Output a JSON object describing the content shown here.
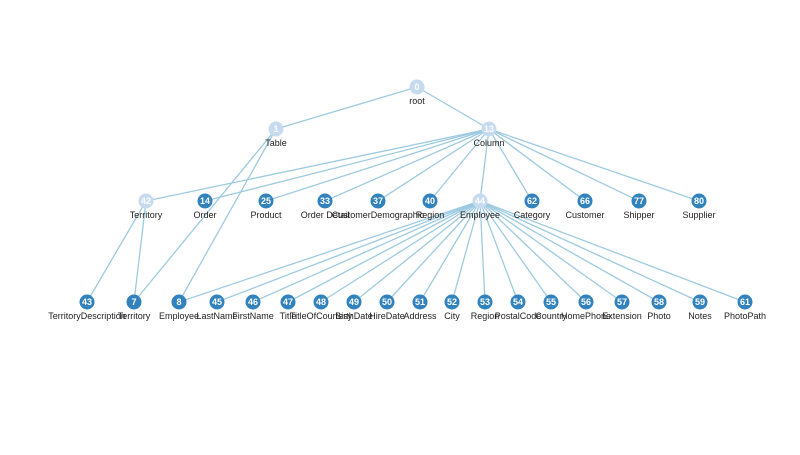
{
  "colors": {
    "edge": "#9ecae1",
    "node_light": "#c6dbef",
    "node_dark": "#3182bd",
    "node_id_text": "#ffffff",
    "label_text": "#222222"
  },
  "nodes": [
    {
      "id": "0",
      "label": "root",
      "tone": "light"
    },
    {
      "id": "1",
      "label": "Table",
      "tone": "light"
    },
    {
      "id": "13",
      "label": "Column",
      "tone": "light"
    },
    {
      "id": "42",
      "label": "Territory",
      "tone": "light"
    },
    {
      "id": "14",
      "label": "Order",
      "tone": "dark"
    },
    {
      "id": "25",
      "label": "Product",
      "tone": "dark"
    },
    {
      "id": "33",
      "label": "Order Detail",
      "tone": "dark"
    },
    {
      "id": "37",
      "label": "CustomerDemographic",
      "tone": "dark"
    },
    {
      "id": "40",
      "label": "Region",
      "tone": "dark"
    },
    {
      "id": "44",
      "label": "Employee",
      "tone": "light"
    },
    {
      "id": "62",
      "label": "Category",
      "tone": "dark"
    },
    {
      "id": "66",
      "label": "Customer",
      "tone": "dark"
    },
    {
      "id": "77",
      "label": "Shipper",
      "tone": "dark"
    },
    {
      "id": "80",
      "label": "Supplier",
      "tone": "dark"
    },
    {
      "id": "43",
      "label": "TerritoryDescription",
      "tone": "dark"
    },
    {
      "id": "7",
      "label": "Territory",
      "tone": "dark"
    },
    {
      "id": "8",
      "label": "Employee",
      "tone": "dark"
    },
    {
      "id": "45",
      "label": "LastName",
      "tone": "dark"
    },
    {
      "id": "46",
      "label": "FirstName",
      "tone": "dark"
    },
    {
      "id": "47",
      "label": "Title",
      "tone": "dark"
    },
    {
      "id": "48",
      "label": "TitleOfCourtesy",
      "tone": "dark"
    },
    {
      "id": "49",
      "label": "BirthDate",
      "tone": "dark"
    },
    {
      "id": "50",
      "label": "HireDate",
      "tone": "dark"
    },
    {
      "id": "51",
      "label": "Address",
      "tone": "dark"
    },
    {
      "id": "52",
      "label": "City",
      "tone": "dark"
    },
    {
      "id": "53",
      "label": "Region",
      "tone": "dark"
    },
    {
      "id": "54",
      "label": "PostalCode",
      "tone": "dark"
    },
    {
      "id": "55",
      "label": "Country",
      "tone": "dark"
    },
    {
      "id": "56",
      "label": "HomePhone",
      "tone": "dark"
    },
    {
      "id": "57",
      "label": "Extension",
      "tone": "dark"
    },
    {
      "id": "58",
      "label": "Photo",
      "tone": "dark"
    },
    {
      "id": "59",
      "label": "Notes",
      "tone": "dark"
    },
    {
      "id": "61",
      "label": "PhotoPath",
      "tone": "dark"
    }
  ],
  "edges": [
    [
      "0",
      "1"
    ],
    [
      "0",
      "13"
    ],
    [
      "1",
      "7"
    ],
    [
      "1",
      "8"
    ],
    [
      "13",
      "42"
    ],
    [
      "13",
      "14"
    ],
    [
      "13",
      "25"
    ],
    [
      "13",
      "33"
    ],
    [
      "13",
      "37"
    ],
    [
      "13",
      "40"
    ],
    [
      "13",
      "44"
    ],
    [
      "13",
      "62"
    ],
    [
      "13",
      "66"
    ],
    [
      "13",
      "77"
    ],
    [
      "13",
      "80"
    ],
    [
      "42",
      "43"
    ],
    [
      "42",
      "7"
    ],
    [
      "44",
      "8"
    ],
    [
      "44",
      "45"
    ],
    [
      "44",
      "46"
    ],
    [
      "44",
      "47"
    ],
    [
      "44",
      "48"
    ],
    [
      "44",
      "49"
    ],
    [
      "44",
      "50"
    ],
    [
      "44",
      "51"
    ],
    [
      "44",
      "52"
    ],
    [
      "44",
      "53"
    ],
    [
      "44",
      "54"
    ],
    [
      "44",
      "55"
    ],
    [
      "44",
      "56"
    ],
    [
      "44",
      "57"
    ],
    [
      "44",
      "58"
    ],
    [
      "44",
      "59"
    ],
    [
      "44",
      "61"
    ]
  ]
}
